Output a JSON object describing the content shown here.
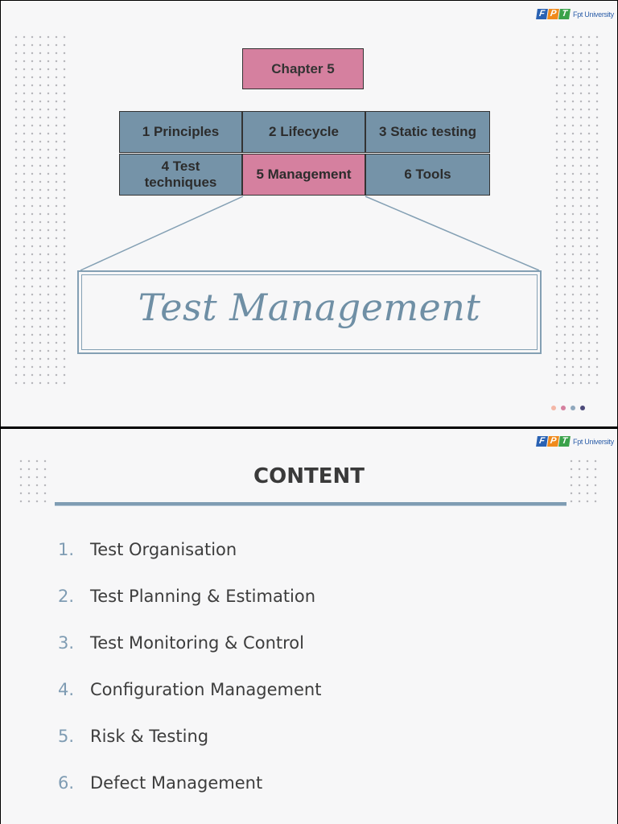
{
  "logo": {
    "letters": [
      "F",
      "P",
      "T"
    ],
    "tile_colors": [
      "#2a62b3",
      "#f08a1c",
      "#3aa24a"
    ],
    "university": "Fpt University"
  },
  "slide1": {
    "chapter": "Chapter 5",
    "topics": [
      {
        "label": "1 Principles",
        "active": false
      },
      {
        "label": "2 Lifecycle",
        "active": false
      },
      {
        "label": "3 Static testing",
        "active": false
      },
      {
        "label": "4 Test techniques",
        "active": false
      },
      {
        "label": "5 Management",
        "active": true
      },
      {
        "label": "6 Tools",
        "active": false
      }
    ],
    "title": "Test Management",
    "pager_colors": [
      "#f4b7a7",
      "#d5809f",
      "#8fa8bd",
      "#4c4a7a"
    ]
  },
  "slide2": {
    "title": "CONTENT",
    "items": [
      {
        "num": "1.",
        "text": "Test Organisation"
      },
      {
        "num": "2.",
        "text": "Test Planning & Estimation"
      },
      {
        "num": "3.",
        "text": "Test Monitoring & Control"
      },
      {
        "num": "4.",
        "text": "Configuration Management"
      },
      {
        "num": "5.",
        "text": "Risk & Testing"
      },
      {
        "num": "6.",
        "text": "Defect Management"
      }
    ]
  },
  "colors": {
    "accent_pink": "#d5809f",
    "accent_blue": "#7593a8",
    "rule_blue": "#7f9cb3"
  }
}
